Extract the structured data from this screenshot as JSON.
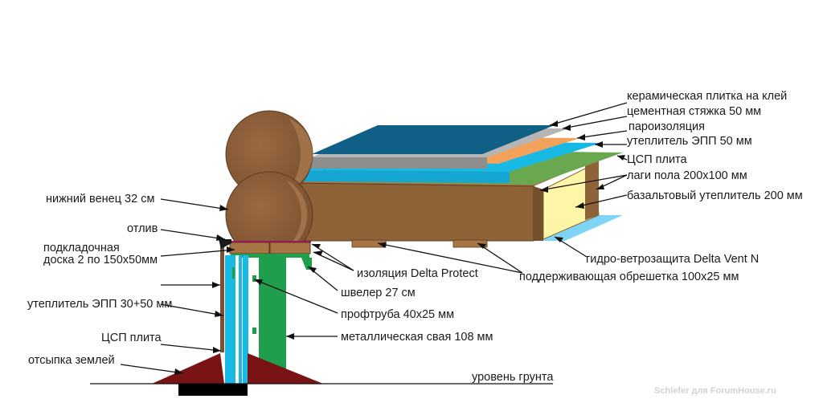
{
  "labels": {
    "ceramic_tile": "керамическая плитка на клей",
    "cement_screed": "цементная стяжка 50 мм",
    "vapor_barrier": "пароизоляция",
    "epp_insulation_top": "утеплитель ЭПП 50 мм",
    "csp_top": "ЦСП плита",
    "floor_joists": "лаги пола 200х100 мм",
    "basalt_insulation": "базальтовый утеплитель 200 мм",
    "bottom_crown": "нижний венец 32 см",
    "drip": "отлив",
    "base_board_1": "подкладочная",
    "base_board_2": "доска 2 по 150х50мм",
    "delta_protect": "изоляция Delta Protect",
    "channel": "швелер 27 см",
    "profile_pipe": "профтруба 40х25 мм",
    "metal_pile": "металлическая свая 108 мм",
    "delta_vent": "гидро-ветрозащита Delta Vent N",
    "support_lathing": "поддерживающая обрешетка 100х25 мм",
    "epp_insulation_side": "утеплитель ЭПП 30+50 мм",
    "csp_side": "ЦСП плита",
    "earth_backfill": "отсыпка землей",
    "ground_level": "уровень грунта"
  },
  "watermark": "Schlefer для ForumHouse.ru",
  "colors": {
    "log": "#8a5a36",
    "joist": "#8f6338",
    "tile": "#0f5f86",
    "screed": "#9b9b9b",
    "vapor": "#f2a25a",
    "epp": "#19b9e6",
    "csp": "#6aa84f",
    "basalt": "#fdf6a6",
    "pile": "#1f9e4b",
    "backfill": "#7a1414",
    "base": "#000000"
  }
}
